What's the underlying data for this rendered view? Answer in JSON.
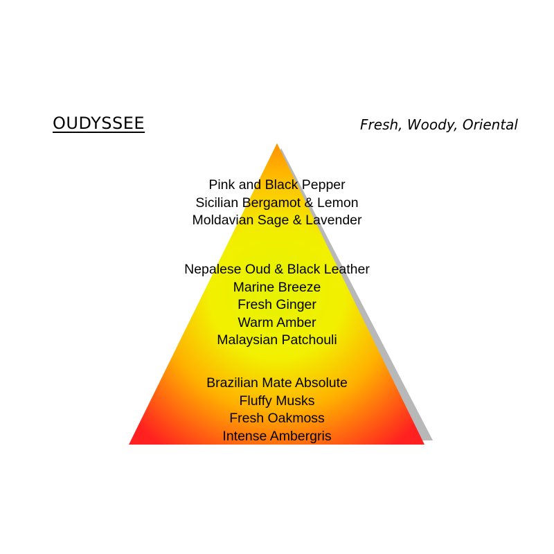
{
  "header": {
    "title": "OUDYSSEE",
    "subtitle": "Fresh, Woody, Oriental"
  },
  "pyramid": {
    "colors": {
      "apex": "#ff9900",
      "middle": "#e6f200",
      "bottom_left": "#ff2020",
      "bottom_right": "#ff1a1a",
      "shadow": "#b8b8b8"
    },
    "top_notes": [
      "Pink and Black Pepper",
      "Sicilian Bergamot & Lemon",
      "Moldavian Sage & Lavender"
    ],
    "heart_notes": [
      "Nepalese Oud & Black Leather",
      "Marine Breeze",
      "Fresh Ginger",
      "Warm Amber",
      "Malaysian Patchouli"
    ],
    "base_notes": [
      "Brazilian Mate Absolute",
      "Fluffy Musks",
      "Fresh Oakmoss",
      "Intense Ambergris"
    ]
  }
}
